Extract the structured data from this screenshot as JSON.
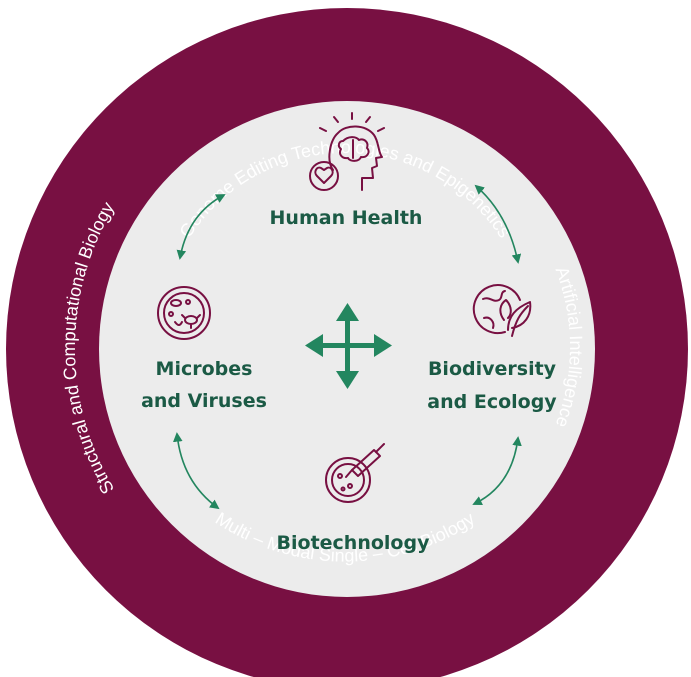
{
  "colors": {
    "ring": "#781042",
    "inner": "#ececec",
    "icon": "#781042",
    "label": "#1b5a45",
    "arrow": "#23865f",
    "ring_text": "#ffffff"
  },
  "ring_labels": {
    "top": "Genome Editing Technologies and Epigenetics",
    "right": "Artificial Intelligence",
    "bottom": "Multi – Modal Single – Cell Biology",
    "left": "Structural and Computational Biology"
  },
  "nodes": {
    "top": {
      "icon": "head-brain-heart-icon",
      "lines": [
        "Human Health"
      ]
    },
    "left": {
      "icon": "petri-dish-microbes-icon",
      "lines": [
        "Microbes",
        "and Viruses"
      ]
    },
    "right": {
      "icon": "globe-leaf-icon",
      "lines": [
        "Biodiversity",
        "and Ecology"
      ]
    },
    "bottom": {
      "icon": "dish-dropper-icon",
      "lines": [
        "Biotechnology"
      ]
    }
  },
  "center_icon": "four-way-arrow-icon"
}
